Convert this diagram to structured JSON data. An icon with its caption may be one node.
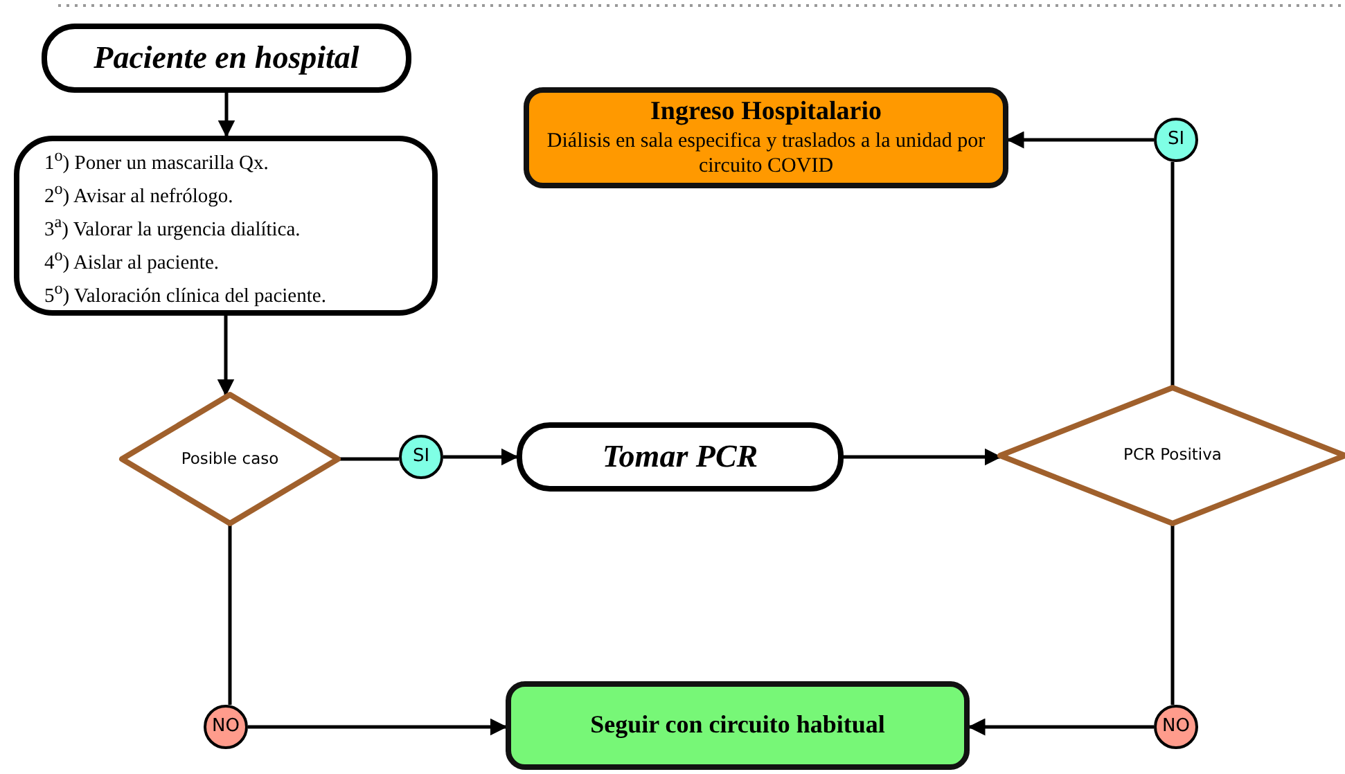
{
  "diagram": {
    "nodes": [
      {
        "text": [
          "Paciente en hospital"
        ]
      },
      {
        "text": [
          "1$^{o}$) Poner un mascarilla Qx.",
          "2$^{o}$) Avisar al nefrólogo.",
          "3$^{a}$) Valorar la urgencia dialítica.",
          "4$^{o}$) Aislar al paciente.",
          "5$^{o}$) Valoración clínica del paciente."
        ]
      },
      {
        "text": [
          "Posible caso"
        ]
      },
      {
        "text": [
          "SI"
        ]
      },
      {
        "text": [
          "Tomar PCR"
        ]
      },
      {
        "text": [
          "PCR Positiva"
        ]
      },
      {
        "text": [
          "SI"
        ]
      },
      {
        "text": [
          "Ingreso Hospitalario",
          "Diálisis  en sala especifica y traslados a la unidad por circuito COVID"
        ]
      },
      {
        "text": [
          "NO"
        ]
      },
      {
        "text": [
          "Seguir con circuito habitual"
        ]
      },
      {
        "text": [
          "NO"
        ]
      }
    ],
    "edges": [
      {
        "from": 0,
        "to": 1,
        "arrow": "to"
      },
      {
        "from": 1,
        "to": 2,
        "arrow": "to"
      },
      {
        "from": 2,
        "to": 3,
        "arrow": "none"
      },
      {
        "from": 3,
        "to": 4,
        "arrow": "to"
      },
      {
        "from": 4,
        "to": 5,
        "arrow": "to"
      },
      {
        "from": 5,
        "to": 6,
        "arrow": "none"
      },
      {
        "from": 6,
        "to": 7,
        "arrow": "to"
      },
      {
        "from": 2,
        "to": 8,
        "arrow": "none"
      },
      {
        "from": 8,
        "to": 9,
        "arrow": "to"
      },
      {
        "from": 5,
        "to": 10,
        "arrow": "none"
      },
      {
        "from": 10,
        "to": 9,
        "arrow": "to"
      }
    ]
  }
}
